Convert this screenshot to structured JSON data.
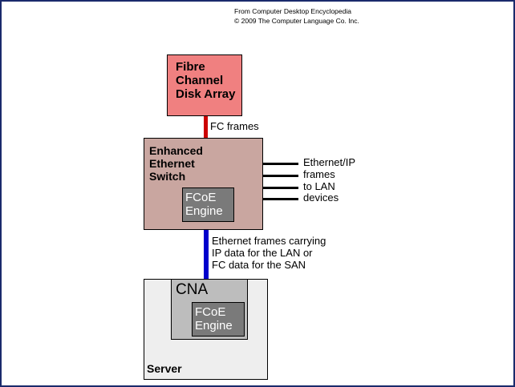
{
  "credit": {
    "line1": "From Computer Desktop Encyclopedia",
    "line2": "© 2009 The Computer Language Co. Inc."
  },
  "disk_array": {
    "line1": "Fibre",
    "line2": "Channel",
    "line3": "Disk Array",
    "color": "#f08080"
  },
  "fc_link": {
    "label": "FC frames",
    "color": "#cc0000"
  },
  "switch": {
    "line1": "Enhanced",
    "line2": "Ethernet",
    "line3": "Switch",
    "color": "#c9a6a0",
    "engine": {
      "line1": "FCoE",
      "line2": "Engine"
    }
  },
  "lan_links": {
    "line1": "Ethernet/IP",
    "line2": "frames",
    "line3": "to LAN",
    "line4": "devices"
  },
  "ethernet_link": {
    "line1": "Ethernet frames carrying",
    "line2": "IP data for the LAN or",
    "line3": "FC data for the SAN",
    "color": "#0000cc"
  },
  "server": {
    "label": "Server",
    "color": "#eeeeee",
    "cna": {
      "label": "CNA",
      "color": "#bdbdbd",
      "engine": {
        "line1": "FCoE",
        "line2": "Engine"
      }
    }
  }
}
